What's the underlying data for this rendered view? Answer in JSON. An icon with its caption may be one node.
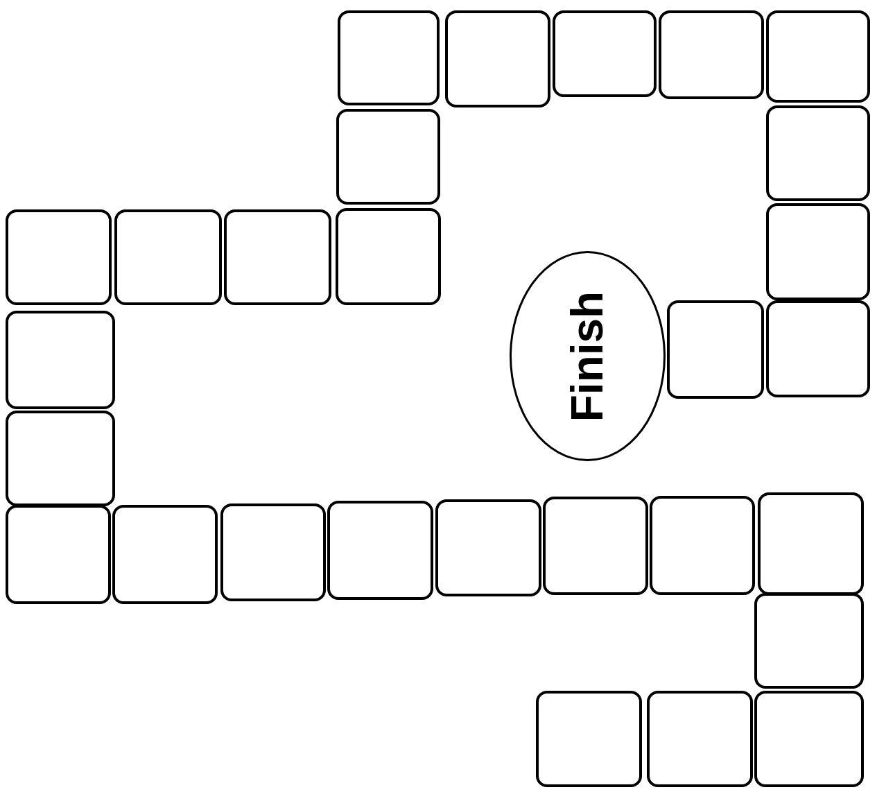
{
  "diagram": {
    "nodes": [
      {
        "text": [],
        "shape": "box"
      },
      {
        "text": [],
        "shape": "box"
      },
      {
        "text": [],
        "shape": "box"
      },
      {
        "text": [],
        "shape": "box"
      },
      {
        "text": [],
        "shape": "box"
      },
      {
        "text": [],
        "shape": "box"
      },
      {
        "text": [],
        "shape": "box"
      },
      {
        "text": [],
        "shape": "box"
      },
      {
        "text": [],
        "shape": "box"
      },
      {
        "text": [],
        "shape": "box"
      },
      {
        "text": [],
        "shape": "box"
      },
      {
        "text": [],
        "shape": "box"
      },
      {
        "text": [
          "Finish"
        ]
      },
      {
        "text": [],
        "shape": "box"
      },
      {
        "text": [],
        "shape": "box"
      },
      {
        "text": [],
        "shape": "box"
      },
      {
        "text": [],
        "shape": "box"
      },
      {
        "text": [],
        "shape": "box"
      },
      {
        "text": [],
        "shape": "box"
      },
      {
        "text": [],
        "shape": "box"
      },
      {
        "text": [],
        "shape": "box"
      },
      {
        "text": [],
        "shape": "box"
      },
      {
        "text": [],
        "shape": "box"
      },
      {
        "text": [],
        "shape": "box"
      },
      {
        "text": [],
        "shape": "box"
      },
      {
        "text": [],
        "shape": "box"
      },
      {
        "text": [],
        "shape": "box"
      },
      {
        "text": [],
        "shape": "box"
      },
      {
        "text": [],
        "shape": "box"
      }
    ]
  }
}
